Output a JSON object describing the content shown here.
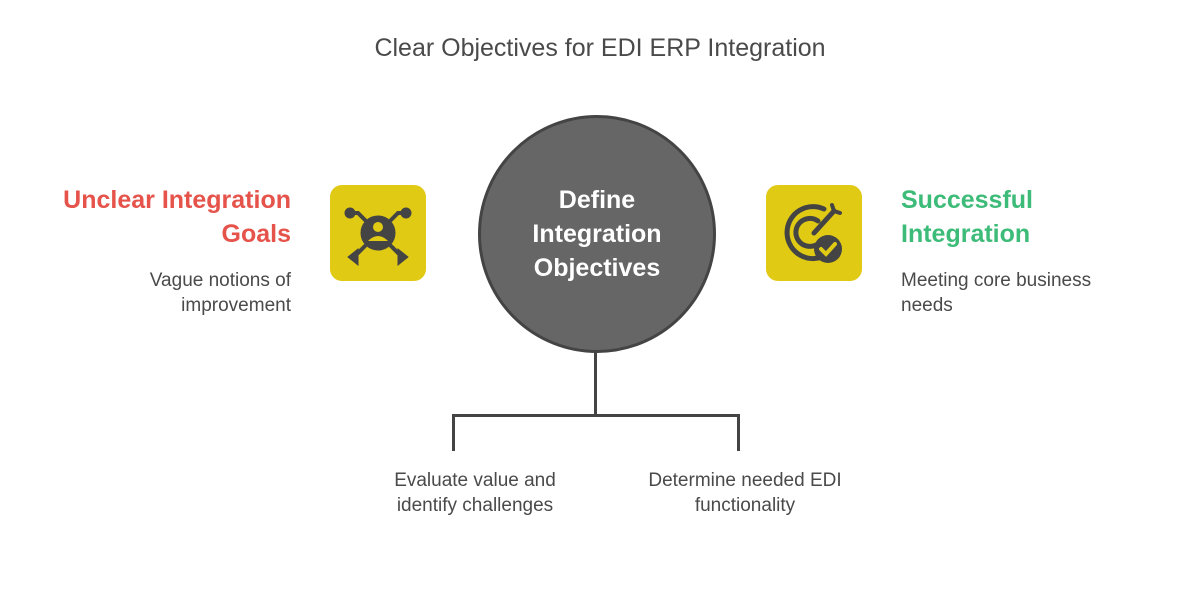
{
  "title": "Clear Objectives for EDI ERP Integration",
  "center": {
    "label": "Define Integration Objectives"
  },
  "left": {
    "heading": "Unclear Integration Goals",
    "description": "Vague notions of improvement",
    "icon": "scattered-person-icon",
    "color": "#e5534b"
  },
  "right": {
    "heading": "Successful Integration",
    "description": "Meeting core business needs",
    "icon": "target-check-icon",
    "color": "#3dbb78"
  },
  "branches": [
    {
      "label": "Evaluate value and identify challenges"
    },
    {
      "label": "Determine needed EDI functionality"
    }
  ]
}
